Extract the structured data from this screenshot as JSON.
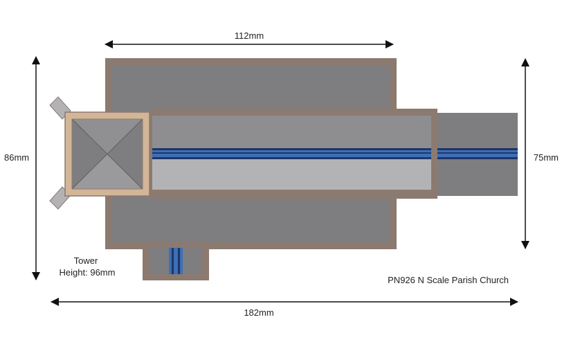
{
  "dimensions": {
    "length_top": "112mm",
    "total_length": "182mm",
    "depth_left": "86mm",
    "depth_right": "75mm"
  },
  "tower": {
    "label": "Tower",
    "height": "Height: 96mm"
  },
  "product": {
    "caption": "PN926 N Scale Parish Church"
  },
  "colors": {
    "wall_brown": "#8b7a6f",
    "tower_beige": "#d3b697",
    "roof_dark": "#7e7e80",
    "roof_light": "#b3b3b5",
    "ridge_blue": "#3d6fb6",
    "ridge_navy": "#1f3566",
    "arrow": "#111111"
  }
}
